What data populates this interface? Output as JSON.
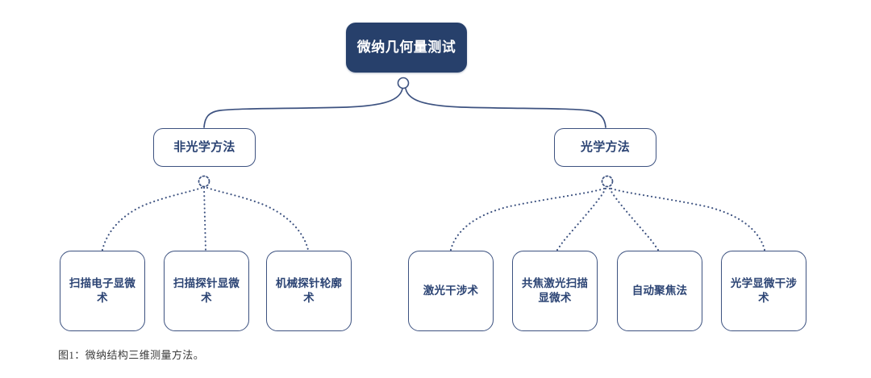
{
  "figure": {
    "caption": "图1：微纳结构三维测量方法。",
    "colors": {
      "root_fill": "#27406b",
      "root_text": "#ffffff",
      "node_border": "#3d5280",
      "node_text": "#2c4474",
      "node_fill": "#ffffff",
      "connector_solid": "#3d5280",
      "connector_dotted": "#3d5280",
      "background": "#ffffff",
      "caption_text": "#3a3a3a"
    }
  },
  "diagram": {
    "type": "tree",
    "root": {
      "label": "微纳几何量测试"
    },
    "branches": [
      {
        "label": "非光学方法",
        "children": [
          {
            "label": "扫描电子显微术"
          },
          {
            "label": "扫描探针显微术"
          },
          {
            "label": "机械探针轮廓术"
          }
        ]
      },
      {
        "label": "光学方法",
        "children": [
          {
            "label": "激光干涉术"
          },
          {
            "label": "共焦激光扫描显微术"
          },
          {
            "label": "自动聚焦法"
          },
          {
            "label": "光学显微干涉术"
          }
        ]
      }
    ]
  }
}
